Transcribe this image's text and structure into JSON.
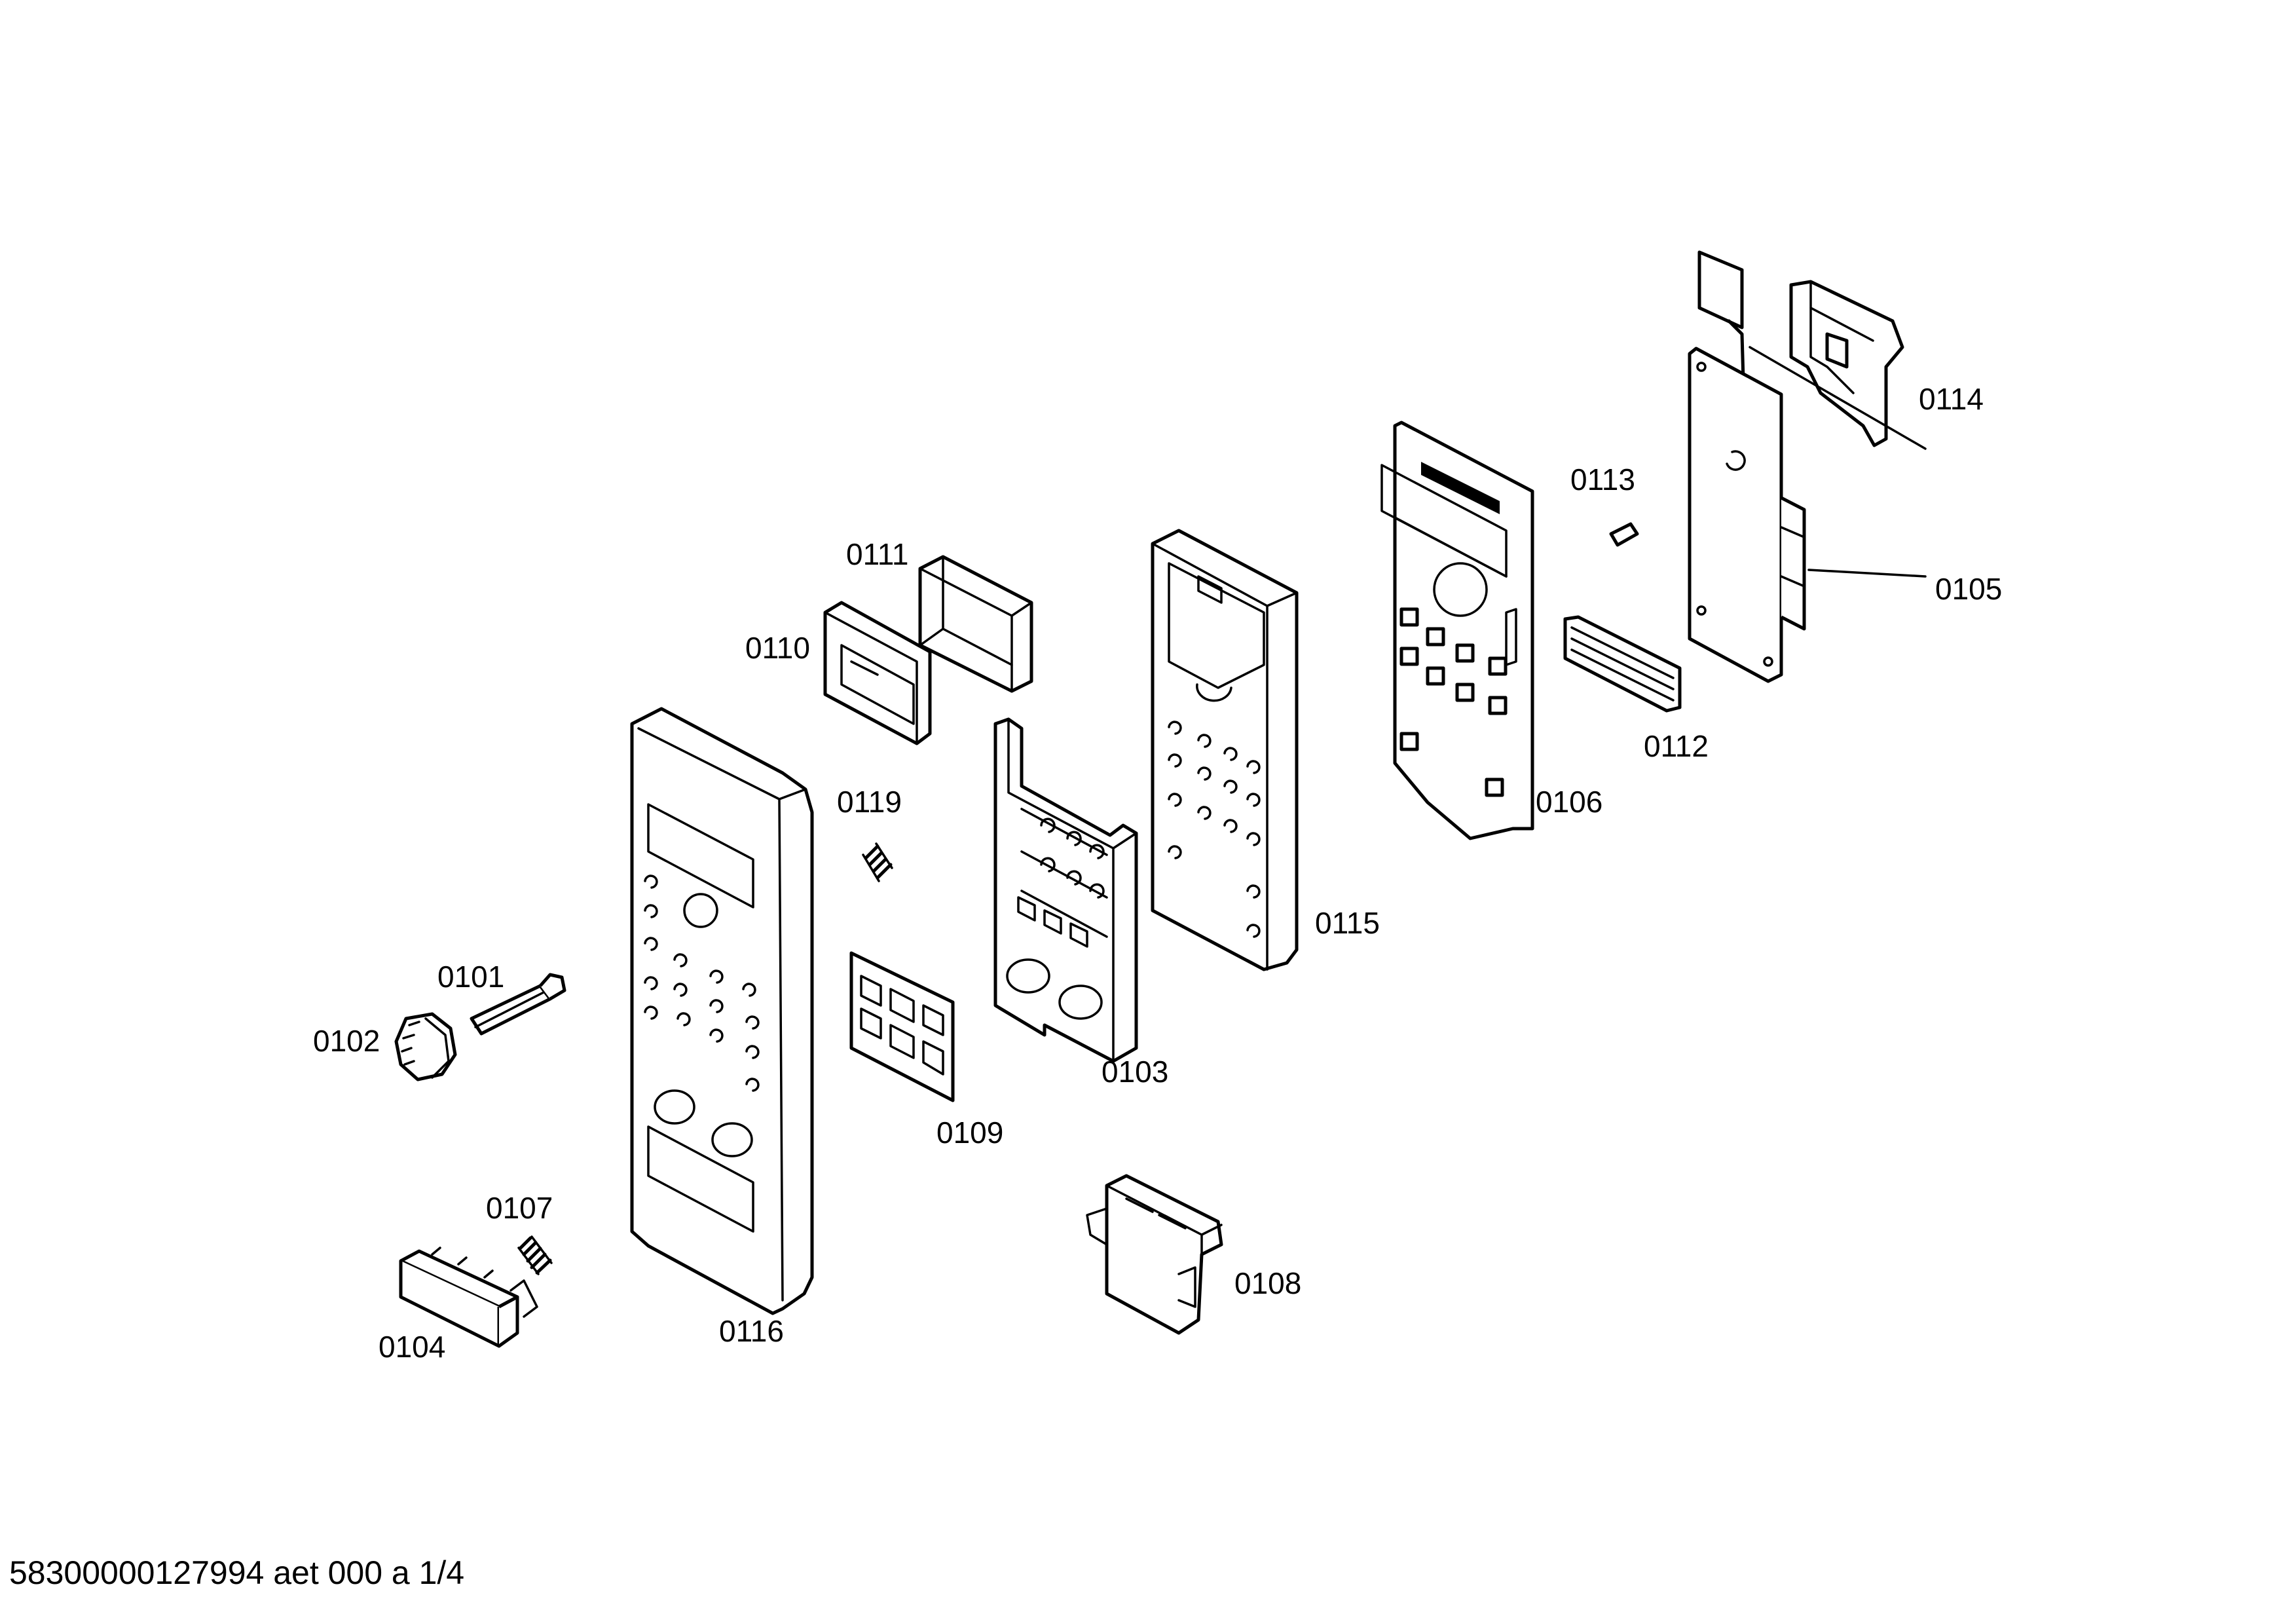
{
  "diagram": {
    "parts": [
      {
        "id": "0101"
      },
      {
        "id": "0102"
      },
      {
        "id": "0103"
      },
      {
        "id": "0104"
      },
      {
        "id": "0105"
      },
      {
        "id": "0106"
      },
      {
        "id": "0107"
      },
      {
        "id": "0108"
      },
      {
        "id": "0109"
      },
      {
        "id": "0110"
      },
      {
        "id": "0111"
      },
      {
        "id": "0112"
      },
      {
        "id": "0113"
      },
      {
        "id": "0114"
      },
      {
        "id": "0115"
      },
      {
        "id": "0116"
      },
      {
        "id": "0119"
      }
    ],
    "footer": "58300000127994 aet 000 a 1/4"
  }
}
